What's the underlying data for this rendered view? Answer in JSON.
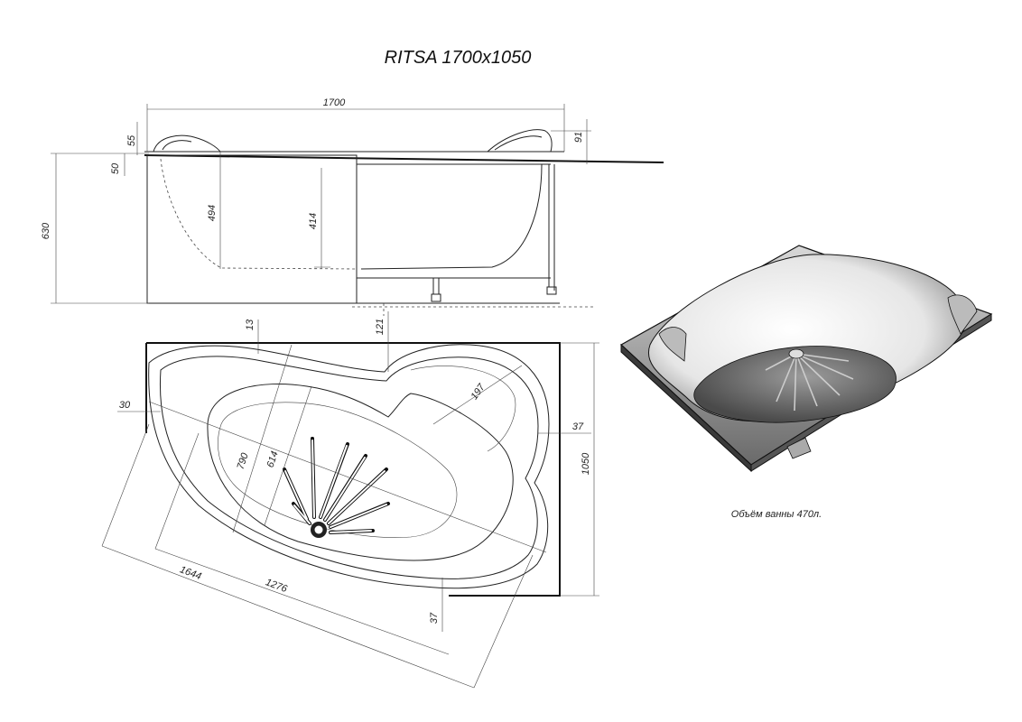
{
  "title": "RITSA 1700x1050",
  "volume_note": "Объём ванны 470л.",
  "side_view": {
    "dims": {
      "length": "1700",
      "height": "630",
      "rim": "55",
      "rim_lower": "50",
      "headrest": "91",
      "depth_outer": "494",
      "depth_inner": "414"
    }
  },
  "top_view": {
    "dims": {
      "gap_top": "13",
      "notch": "121",
      "seat": "197",
      "left_offset": "30",
      "right_offset": "37",
      "width": "1050",
      "axis_outer": "790",
      "axis_inner": "614",
      "length_outer": "1644",
      "length_inner": "1276",
      "bottom_offset": "37"
    }
  }
}
